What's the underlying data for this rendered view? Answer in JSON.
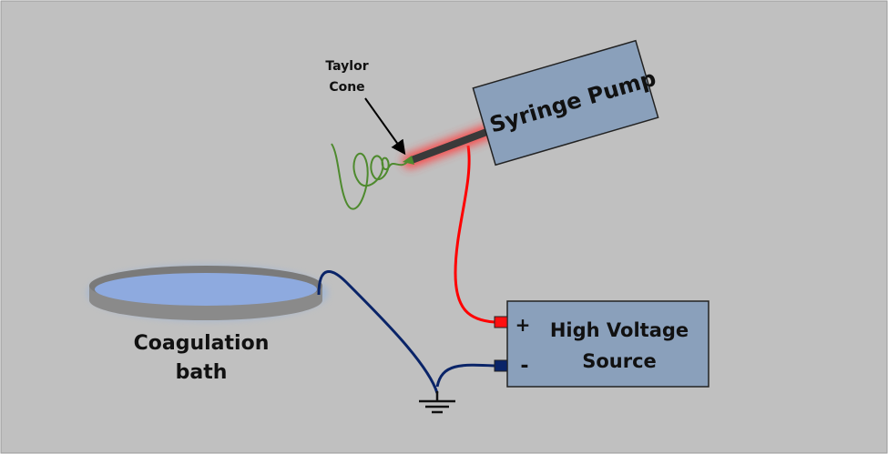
{
  "labels": {
    "taylor_cone_line1": "Taylor",
    "taylor_cone_line2": "Cone",
    "syringe_pump": "Syringe Pump",
    "bath_line1": "Coagulation",
    "bath_line2": "bath",
    "hv_line1": "High Voltage",
    "hv_line2": "Source",
    "plus": "+",
    "minus": "-"
  },
  "colors": {
    "background": "#c0c0c0",
    "box_fill": "#8aa0bb",
    "positive_wire": "#ff0000",
    "ground_wire": "#0a2468",
    "fiber": "#4e8a2e",
    "bath_liquid": "#8eaadf",
    "bath_wall": "#8a8a8a"
  }
}
